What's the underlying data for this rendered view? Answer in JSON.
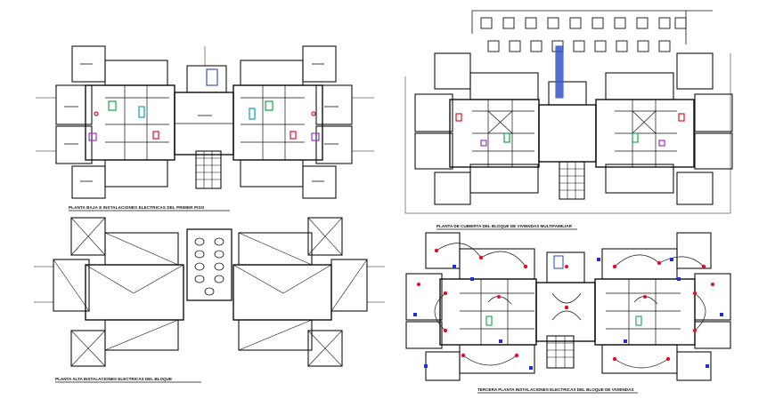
{
  "drawing": {
    "plans": [
      {
        "id": "ground-floor-plan",
        "caption": "PLANTA BAJA E INSTALACIONES ELECTRICAS DEL PRIMER PISO"
      },
      {
        "id": "upper-floor-plan",
        "caption": "PLANTA ALTA INSTALACIONES ELECTRICAS DEL BLOQUE"
      },
      {
        "id": "roof-plan",
        "caption": "PLANTA DE CUBIERTA DEL BLOQUE DE VIVIENDAS MULTIFAMILIAR"
      },
      {
        "id": "electrical-plan",
        "caption": "TERCERA PLANTA INSTALACIONES ELECTRICAS DEL BLOQUE DE VIVIENDAS"
      }
    ],
    "colors": {
      "linework": "#111111",
      "electrical_red": "#e0102a",
      "electrical_blue": "#1c2fd8",
      "fixture_green": "#16a34a",
      "fixture_cyan": "#0e9fb5",
      "fixture_purple": "#9b2fcf",
      "stair_blue": "#3555c8"
    }
  }
}
